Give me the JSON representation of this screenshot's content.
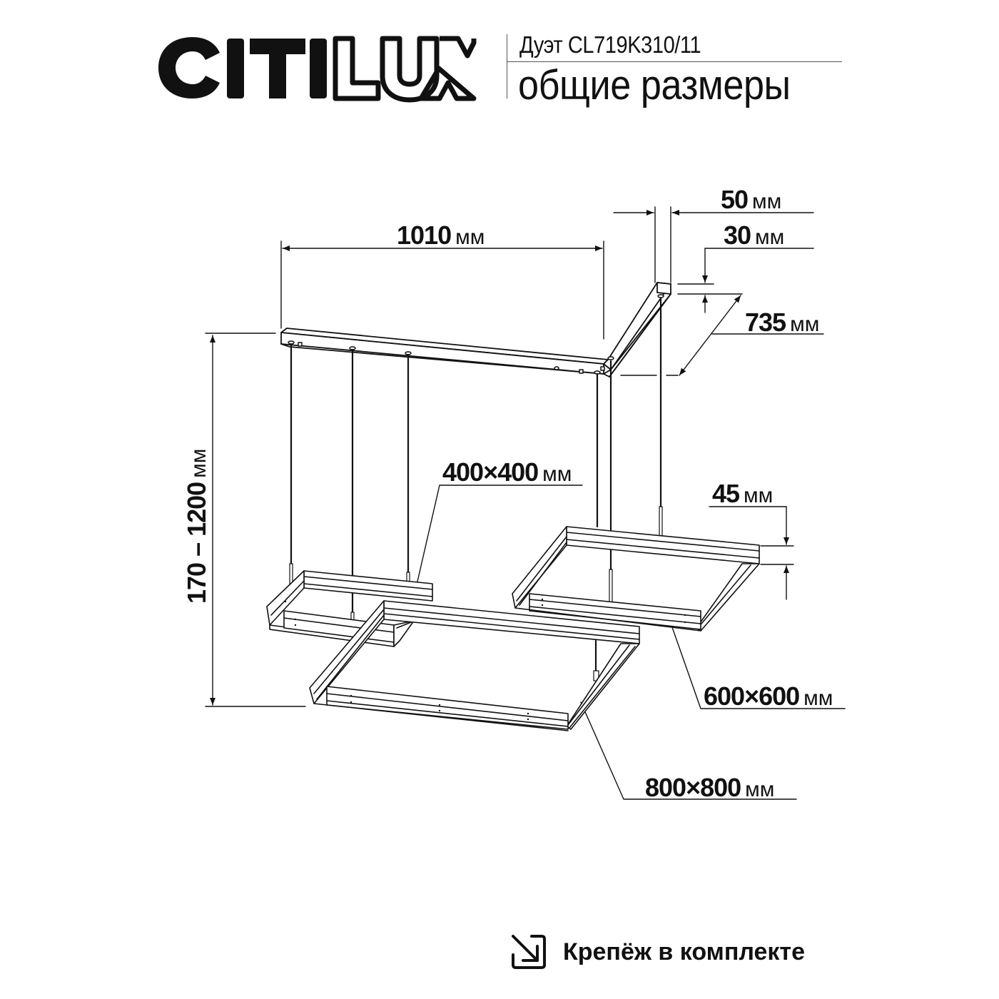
{
  "header": {
    "brand": "CITILUX",
    "brand_solid_part": "CITI",
    "brand_outline_part": "LUX",
    "model_line": "Дуэт CL719K310/11",
    "subtitle": "общие размеры"
  },
  "drawing": {
    "type": "technical dimension drawing",
    "subject": "pendant chandelier with three square frames suspended from an L-shaped ceiling bar",
    "line_color": "#111111",
    "background": "#ffffff"
  },
  "dimensions": {
    "bar_length": {
      "value": "1010",
      "unit": "мм"
    },
    "bar_width": {
      "value": "50",
      "unit": "мм"
    },
    "bar_height": {
      "value": "30",
      "unit": "мм"
    },
    "bar_arm_length": {
      "value": "735",
      "unit": "мм"
    },
    "suspension_height": {
      "value": "170 – 1200",
      "unit": "мм"
    },
    "frame_small": {
      "value": "400×400",
      "unit": "мм"
    },
    "frame_medium": {
      "value": "600×600",
      "unit": "мм"
    },
    "frame_large": {
      "value": "800×800",
      "unit": "мм"
    },
    "frame_profile_height": {
      "value": "45",
      "unit": "мм"
    }
  },
  "footer": {
    "icon": "arrow-into-box-icon",
    "text": "Крепёж в комплекте"
  }
}
